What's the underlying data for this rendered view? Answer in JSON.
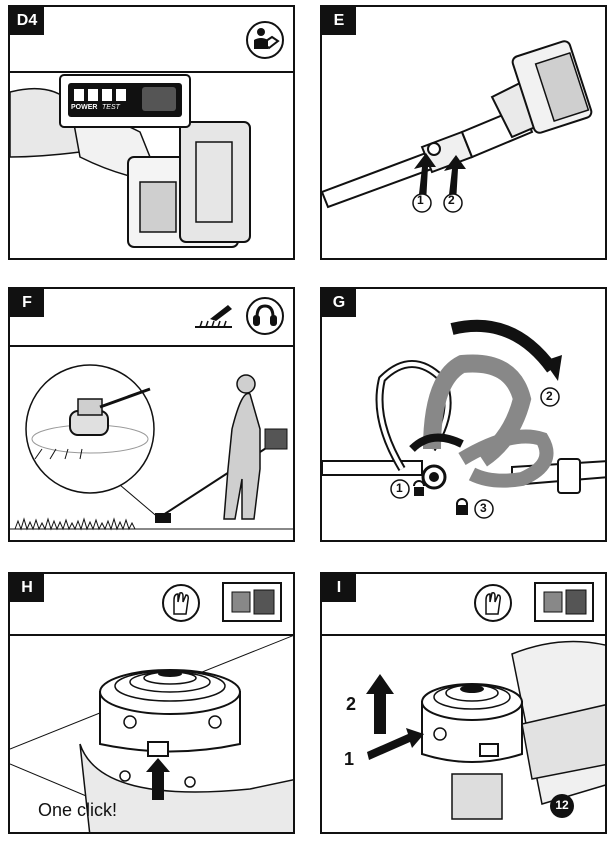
{
  "panels": {
    "d4": {
      "tag": "D4",
      "power_label": "POWER",
      "test_label": "TEST"
    },
    "e": {
      "tag": "E",
      "step1": "1",
      "step2": "2"
    },
    "f": {
      "tag": "F"
    },
    "g": {
      "tag": "G",
      "step1": "1",
      "step2": "2",
      "step3": "3"
    },
    "h": {
      "tag": "H",
      "caption": "One click!"
    },
    "i": {
      "tag": "I",
      "arrow1": "1",
      "arrow2": "2",
      "ref": "12"
    }
  },
  "colors": {
    "ink": "#111111",
    "paper": "#ffffff",
    "grey": "#9a9a9a",
    "light": "#d6d6d6"
  }
}
